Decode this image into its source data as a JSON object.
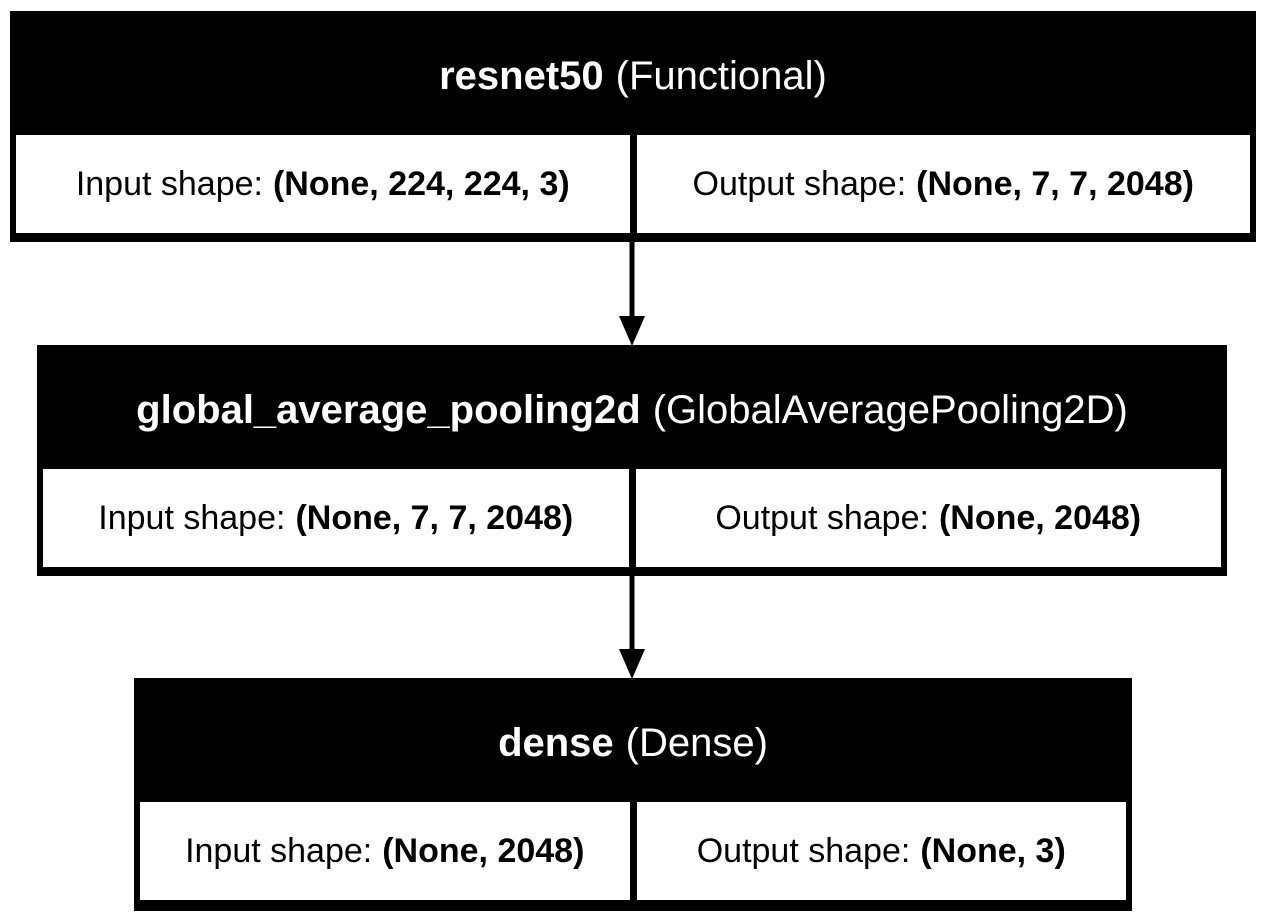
{
  "layers": [
    {
      "name": "resnet50",
      "type": "(Functional)",
      "input_label": "Input shape:",
      "input_shape": "(None, 224, 224, 3)",
      "output_label": "Output shape:",
      "output_shape": "(None, 7, 7, 2048)"
    },
    {
      "name": "global_average_pooling2d",
      "type": "(GlobalAveragePooling2D)",
      "input_label": "Input shape:",
      "input_shape": "(None, 7, 7, 2048)",
      "output_label": "Output shape:",
      "output_shape": "(None, 2048)"
    },
    {
      "name": "dense",
      "type": "(Dense)",
      "input_label": "Input shape:",
      "input_shape": "(None, 2048)",
      "output_label": "Output shape:",
      "output_shape": "(None, 3)"
    }
  ],
  "colors": {
    "box_fill": "#000000",
    "cell_fill": "#ffffff",
    "header_text": "#ffffff",
    "edge": "#000000"
  }
}
